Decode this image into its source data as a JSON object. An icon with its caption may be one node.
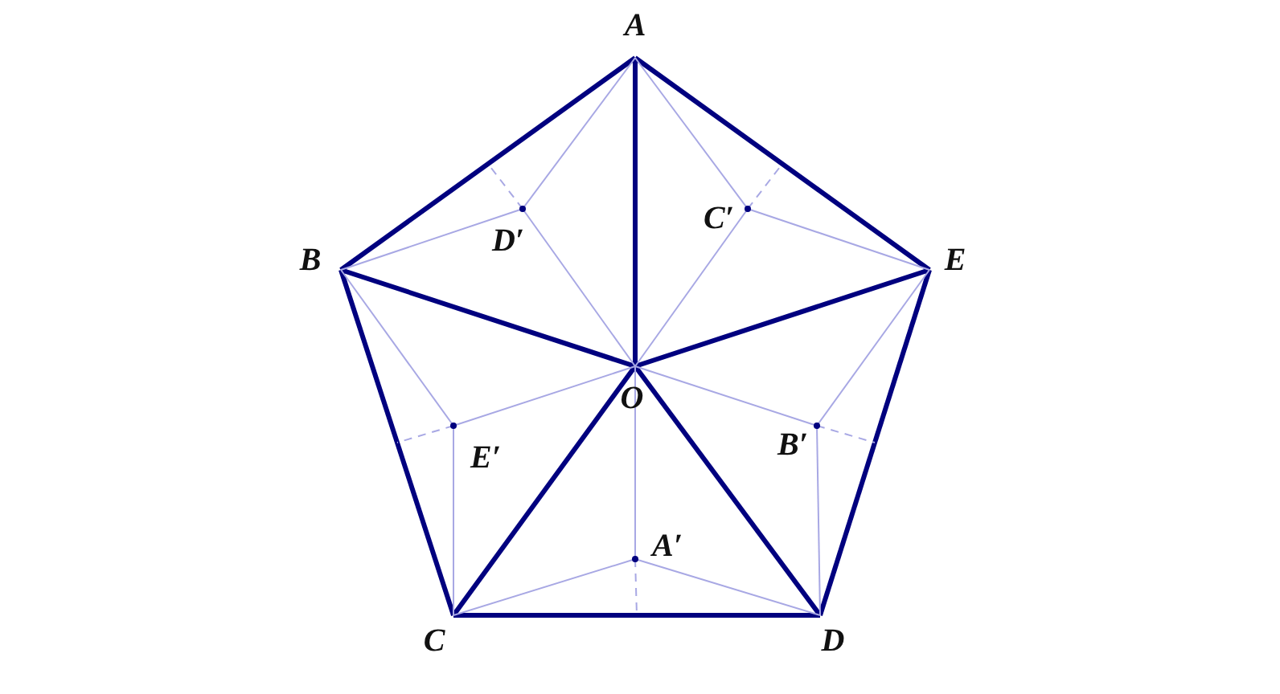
{
  "diagram": {
    "nodes": [
      {
        "text": [
          "A"
        ]
      },
      {
        "text": [
          "D′"
        ]
      },
      {
        "text": [
          "C′"
        ]
      },
      {
        "text": [
          "B"
        ]
      },
      {
        "text": [
          "E"
        ]
      },
      {
        "text": [
          "O"
        ]
      },
      {
        "text": [
          "E′"
        ]
      },
      {
        "text": [
          "B′"
        ]
      },
      {
        "text": [
          "A′"
        ]
      },
      {
        "text": [
          "C"
        ]
      },
      {
        "text": [
          "D"
        ]
      }
    ],
    "edges": [
      {
        "from": 0,
        "to": 3,
        "arrow": "none",
        "style": "thick",
        "color": "#00007f"
      },
      {
        "from": 3,
        "to": 9,
        "arrow": "none",
        "style": "thick",
        "color": "#00007f"
      },
      {
        "from": 9,
        "to": 10,
        "arrow": "none",
        "style": "thick",
        "color": "#00007f"
      },
      {
        "from": 10,
        "to": 4,
        "arrow": "none",
        "style": "thick",
        "color": "#00007f"
      },
      {
        "from": 4,
        "to": 0,
        "arrow": "none",
        "style": "thick",
        "color": "#00007f"
      },
      {
        "from": 5,
        "to": 0,
        "arrow": "none",
        "style": "thick",
        "color": "#00007f"
      },
      {
        "from": 5,
        "to": 3,
        "arrow": "none",
        "style": "thick",
        "color": "#00007f"
      },
      {
        "from": 5,
        "to": 9,
        "arrow": "none",
        "style": "thick",
        "color": "#00007f"
      },
      {
        "from": 5,
        "to": 10,
        "arrow": "none",
        "style": "thick",
        "color": "#00007f"
      },
      {
        "from": 5,
        "to": 4,
        "arrow": "none",
        "style": "thick",
        "color": "#00007f"
      },
      {
        "from": 0,
        "to": 1,
        "arrow": "none"
      },
      {
        "from": 3,
        "to": 1,
        "arrow": "none"
      },
      {
        "from": 5,
        "to": 1,
        "arrow": "none"
      },
      {
        "from": 0,
        "to": 2,
        "arrow": "none"
      },
      {
        "from": 4,
        "to": 2,
        "arrow": "none"
      },
      {
        "from": 5,
        "to": 2,
        "arrow": "none"
      },
      {
        "from": 3,
        "to": 6,
        "arrow": "none"
      },
      {
        "from": 9,
        "to": 6,
        "arrow": "none"
      },
      {
        "from": 5,
        "to": 6,
        "arrow": "none"
      },
      {
        "from": 4,
        "to": 7,
        "arrow": "none"
      },
      {
        "from": 10,
        "to": 7,
        "arrow": "none"
      },
      {
        "from": 5,
        "to": 7,
        "arrow": "none"
      },
      {
        "from": 9,
        "to": 8,
        "arrow": "none"
      },
      {
        "from": 10,
        "to": 8,
        "arrow": "none"
      },
      {
        "from": 5,
        "to": 8,
        "arrow": "none"
      },
      {
        "from": 1,
        "to": null,
        "arrow": "none",
        "style": "dashed"
      },
      {
        "from": 2,
        "to": null,
        "arrow": "none",
        "style": "dashed"
      },
      {
        "from": 6,
        "to": null,
        "arrow": "none",
        "style": "dashed"
      },
      {
        "from": 7,
        "to": null,
        "arrow": "none",
        "style": "dashed"
      },
      {
        "from": 8,
        "to": null,
        "arrow": "none",
        "style": "dashed"
      }
    ]
  }
}
